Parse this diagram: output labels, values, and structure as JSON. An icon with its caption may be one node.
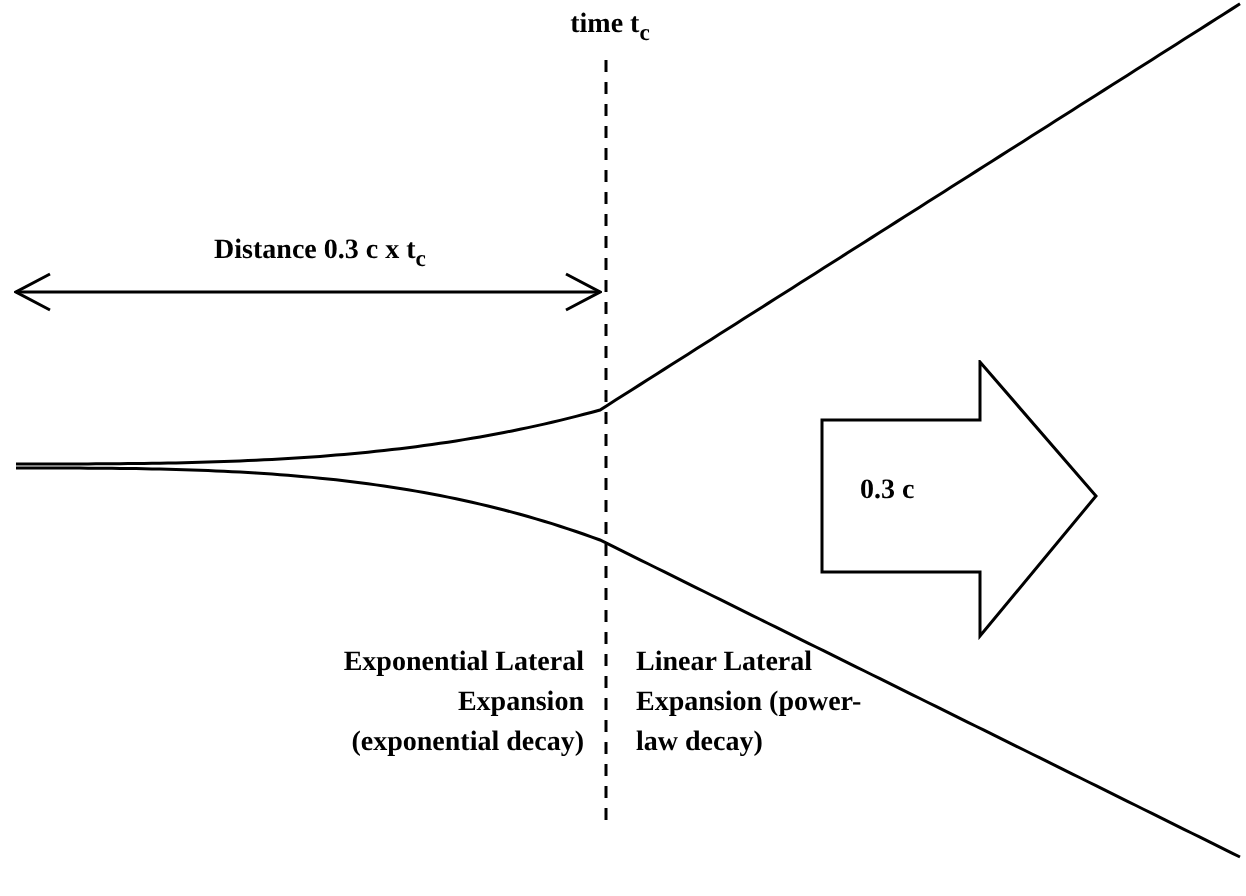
{
  "diagram": {
    "nodes": [
      {
        "text": [
          "0.3 c"
        ]
      }
    ],
    "edges": [],
    "labels": [
      "time t$_{c}$",
      "Distance 0.3 c x t$_{c}$",
      "Exponential Lateral Expansion (exponential decay)",
      "Linear Lateral Expansion (power-law decay)"
    ]
  }
}
